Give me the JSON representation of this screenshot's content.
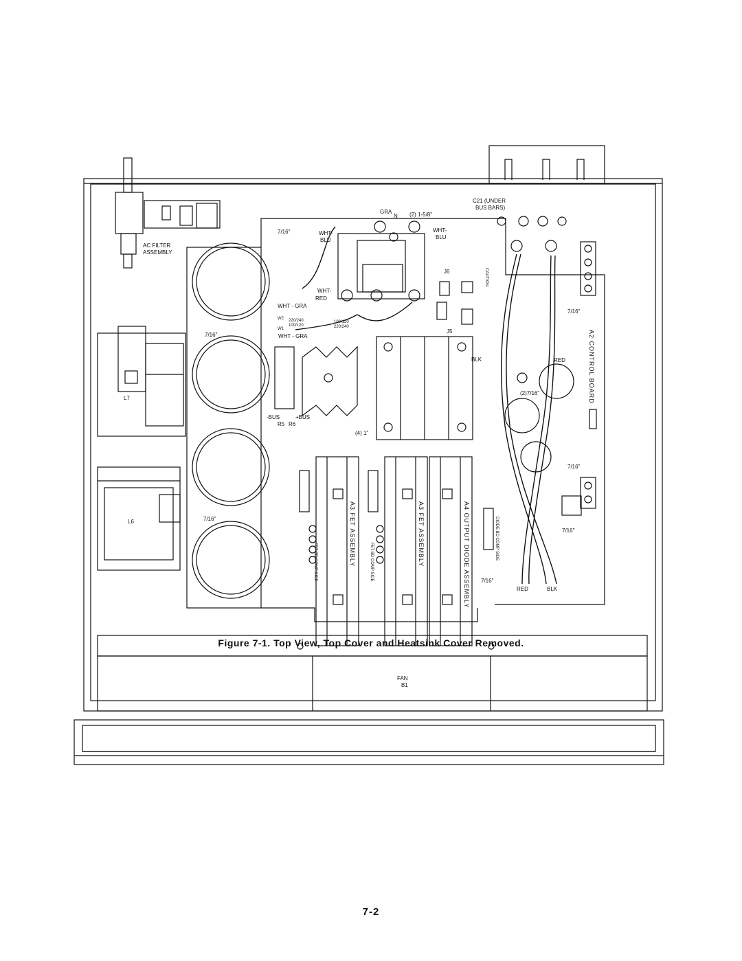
{
  "figure": {
    "caption": "Figure 7-1. Top View, Top Cover and Heatsink Cover Removed.",
    "page_number": "7-2"
  },
  "labels": {
    "ac_filter_1": "AC FILTER",
    "ac_filter_2": "ASSEMBLY",
    "l7": "L7",
    "l6": "L6",
    "c21_1": "C21 (UNDER",
    "c21_2": "BUS BARS)",
    "size_7_16": "7/16\"",
    "gra": "GRA",
    "n": "N",
    "count_2_1_5_8": "(2) 1-5/8\"",
    "wht": "WHT-",
    "blu": "BLU",
    "wht_gra": "WHT - GRA",
    "red": "RED",
    "w2": "W2",
    "w1": "W1",
    "v220_240": "220/240",
    "v100_120": "100/120",
    "v220_240b": "220/240",
    "v100_120b": "100/120",
    "j6": "J6",
    "j5": "J5",
    "caution": "CAUTION",
    "blk": "BLK",
    "red_arrow": "RED",
    "count_2_7_16": "(2)7/16\"",
    "bus_minus": "-BUS",
    "bus_plus": "+BUS",
    "r5": "R5",
    "r6": "R6",
    "count_4_1": "(4) 1\"",
    "a2_board": "A2 CONTROL BOARD",
    "a3_fet_1": "A3 FET ASSEMBLY",
    "a3_fet_2": "A3 FET ASSEMBLY",
    "a4_output": "A4 OUTPUT DIODE ASSEMBLY",
    "fet_comp_side": "FET BD COMP SIDE",
    "diode_comp_side": "DIODE BD COMP SIDE",
    "fan": "FAN",
    "b1": "B1",
    "red_bottom": "RED",
    "blk_bottom": "BLK"
  }
}
